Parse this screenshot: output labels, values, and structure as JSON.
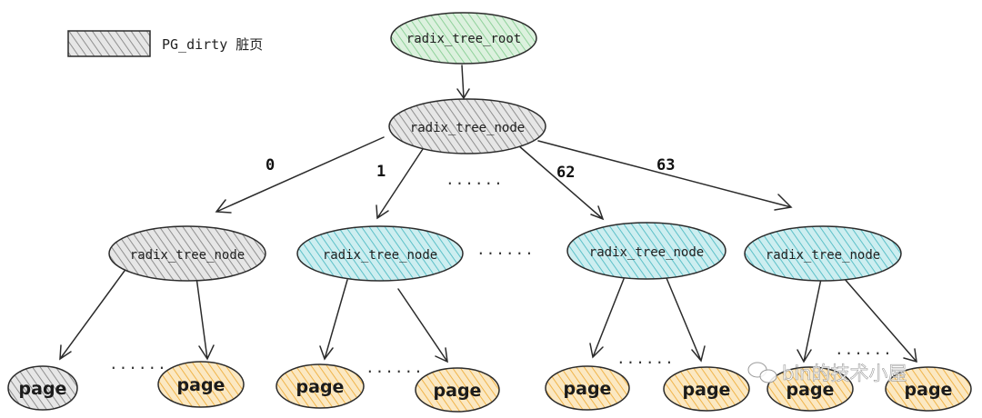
{
  "legend": {
    "label": "PG_dirty 脏页",
    "swatch_color": "#d6d6d6"
  },
  "colors": {
    "dirty": "#cfcfcf",
    "root": "#bfe5c3",
    "node": "#9fd9de",
    "page": "#f6d08c",
    "stroke": "#2b2b2b"
  },
  "root": {
    "label": "radix_tree_root"
  },
  "node_l1": {
    "label": "radix_tree_node"
  },
  "edge_labels": {
    "e0": "0",
    "e1": "1",
    "e62": "62",
    "e63": "63"
  },
  "nodes_l2": [
    {
      "label": "radix_tree_node",
      "state": "dirty"
    },
    {
      "label": "radix_tree_node",
      "state": "clean"
    },
    {
      "label": "radix_tree_node",
      "state": "clean"
    },
    {
      "label": "radix_tree_node",
      "state": "clean"
    }
  ],
  "pages": [
    {
      "label": "page",
      "state": "dirty"
    },
    {
      "label": "page",
      "state": "clean"
    },
    {
      "label": "page",
      "state": "clean"
    },
    {
      "label": "page",
      "state": "clean"
    },
    {
      "label": "page",
      "state": "clean"
    },
    {
      "label": "page",
      "state": "clean"
    },
    {
      "label": "page",
      "state": "clean"
    },
    {
      "label": "page",
      "state": "clean"
    }
  ],
  "ellipsis": "......",
  "watermark": {
    "text": "bin的技术小屋",
    "icon": "wechat-icon"
  }
}
